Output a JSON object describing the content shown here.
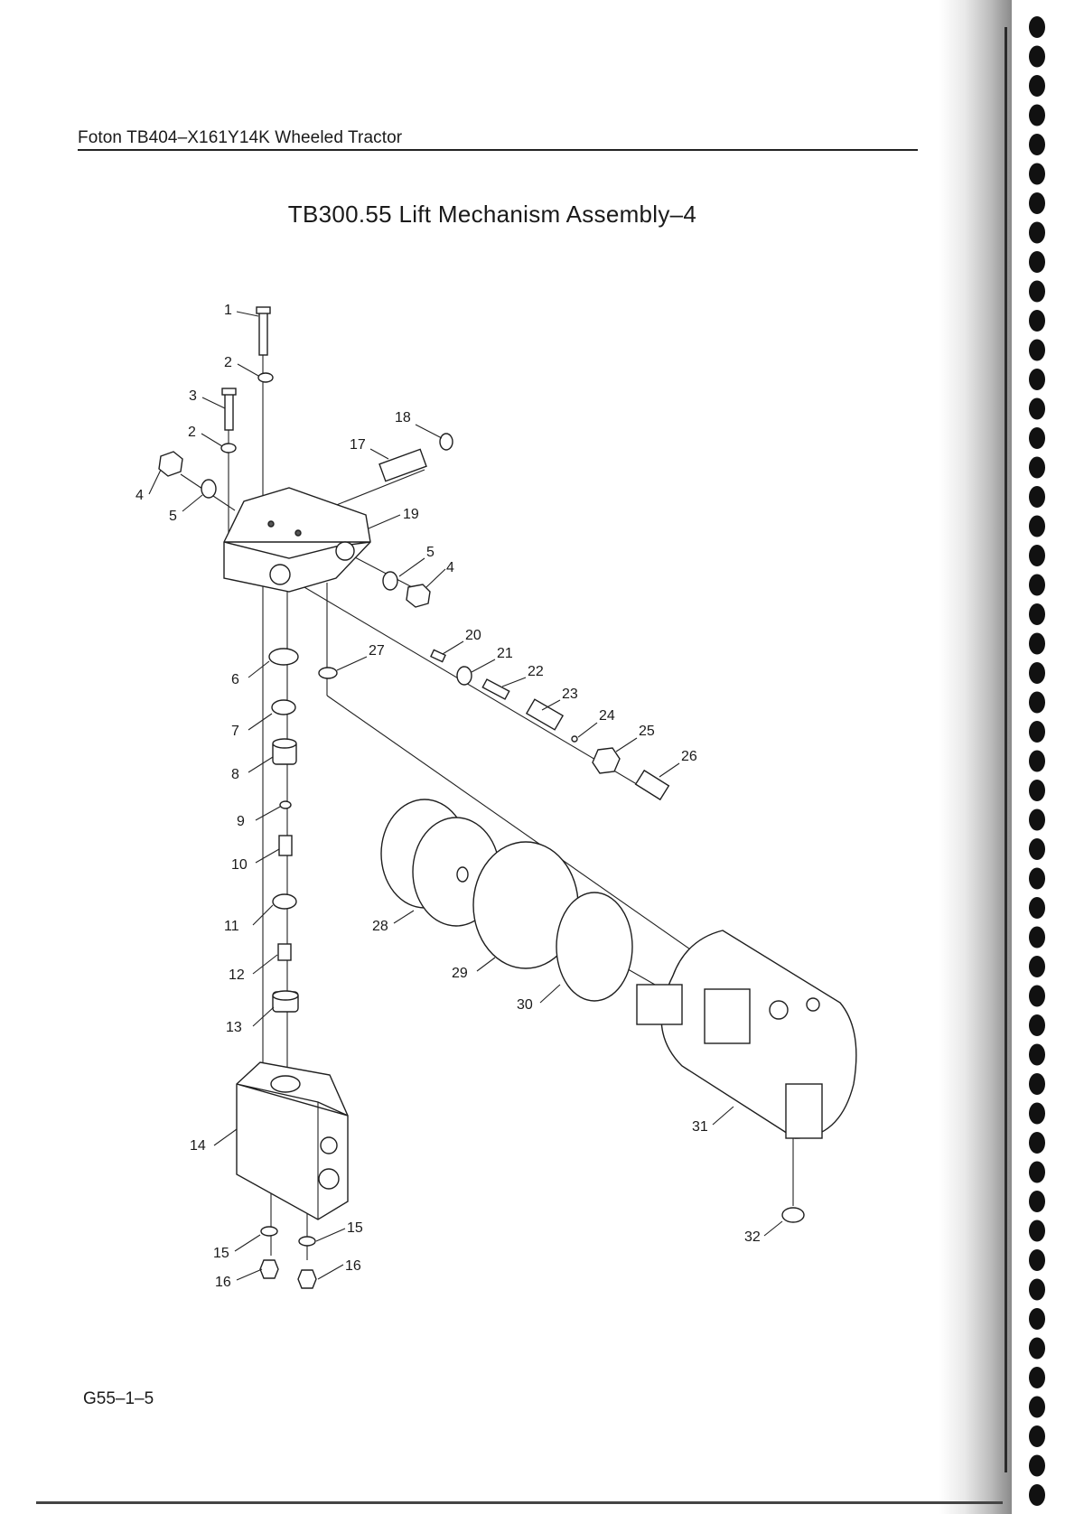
{
  "header": {
    "title": "Foton TB404–X161Y14K Wheeled Tractor"
  },
  "page_title": "TB300.55  Lift Mechanism Assembly–4",
  "footer": {
    "page_code": "G55–1–5"
  },
  "callouts": [
    "1",
    "2",
    "3",
    "2",
    "4",
    "5",
    "17",
    "18",
    "19",
    "5",
    "4",
    "20",
    "21",
    "22",
    "23",
    "24",
    "25",
    "26",
    "27",
    "6",
    "7",
    "8",
    "9",
    "10",
    "11",
    "12",
    "13",
    "14",
    "15",
    "15",
    "16",
    "16",
    "28",
    "29",
    "30",
    "31",
    "32"
  ],
  "colors": {
    "ink": "#1a1a1a",
    "paper": "#ffffff",
    "binding_dots": "#111111"
  }
}
